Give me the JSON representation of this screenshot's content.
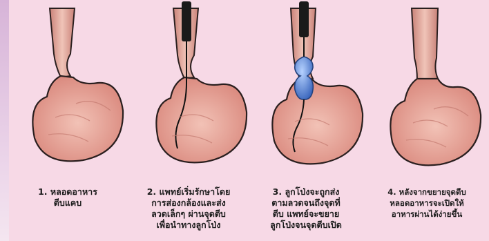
{
  "steps": [
    {
      "number": "1.",
      "caption": "หลอดอาหาร\nตีบแคบ"
    },
    {
      "number": "2.",
      "caption": "แพทย์เริ่มรักษาโดย\nการส่องกล้องและส่ง\nลวดเล็กๆ ผ่านจุดตีบ\nเพื่อนำทางลูกโป่ง"
    },
    {
      "number": "3.",
      "caption": "ลูกโป่งจะถูกส่ง\nตามลวดจนถึงจุดที่\nตีบ แพทย์จะขยาย\nลูกโป่งจนจุดตีบเปิด"
    },
    {
      "number": "4.",
      "caption": "หลังจากขยายจุดตีบ\nหลอดอาหารจะเปิดให้\nอาหารผ่านได้ง่ายขึ้น"
    }
  ],
  "colors": {
    "background": "#f7d9e6",
    "stomach": "#e7a79c",
    "outline": "#2a1f1f",
    "endoscope": "#1a1a1a",
    "balloon": "#4f7fd0"
  }
}
